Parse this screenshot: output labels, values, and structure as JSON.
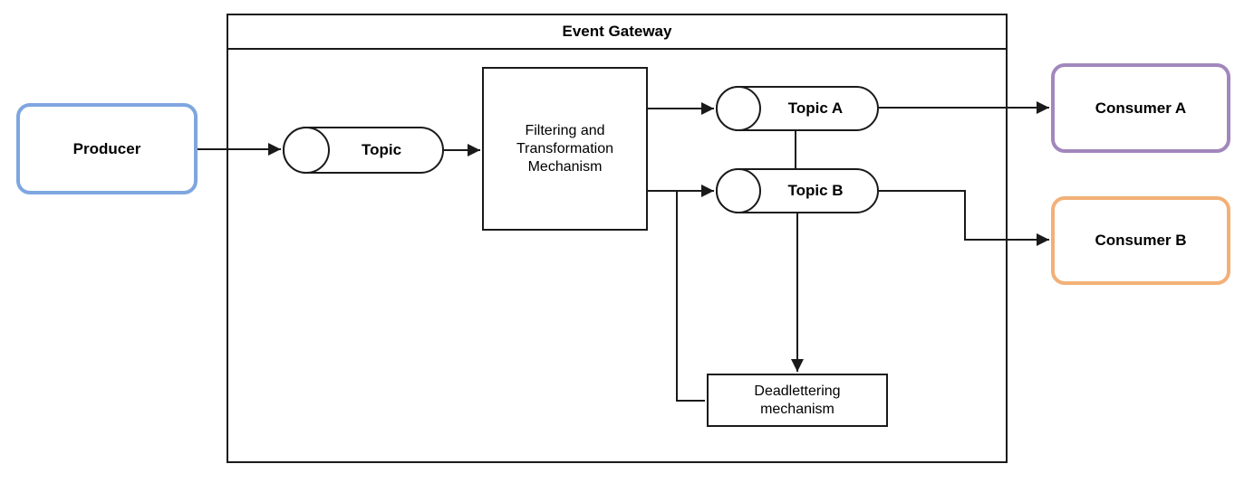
{
  "diagram": {
    "producer": {
      "label": "Producer"
    },
    "gateway": {
      "title": "Event Gateway",
      "topic": {
        "label": "Topic"
      },
      "filtering": {
        "lines": [
          "Filtering and",
          "Transformation",
          "Mechanism"
        ]
      },
      "topic_a": {
        "label": "Topic A"
      },
      "topic_b": {
        "label": "Topic B"
      },
      "deadlettering": {
        "lines": [
          "Deadlettering",
          "mechanism"
        ]
      }
    },
    "consumer_a": {
      "label": "Consumer A"
    },
    "consumer_b": {
      "label": "Consumer B"
    }
  },
  "colors": {
    "producer-border": "#7EA6E0",
    "consumer-a-border": "#A287BD",
    "consumer-b-border": "#F2B077",
    "line": "#1A1A1A",
    "box-border": "#1A1A1A"
  }
}
